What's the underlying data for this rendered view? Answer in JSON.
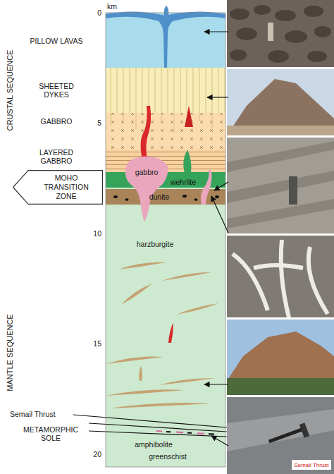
{
  "diagram": {
    "nodes": [
      {
        "text": [
          "MOHO TRANSITION ZONE"
        ]
      }
    ],
    "labels": [
      "km",
      "0",
      "5",
      "10",
      "15",
      "20",
      "PILLOW LAVAS",
      "SHEETED DYKES",
      "GABBRO",
      "LAYERED GABBRO",
      "CRUSTAL SEQUENCE",
      "MANTLE SEQUENCE",
      "gabbro",
      "wehrlite",
      "dunite",
      "harzburgite",
      "Semail Thrust",
      "METAMORPHIC SOLE",
      "amphibolite",
      "greenschist",
      "Semail Thrust"
    ]
  }
}
